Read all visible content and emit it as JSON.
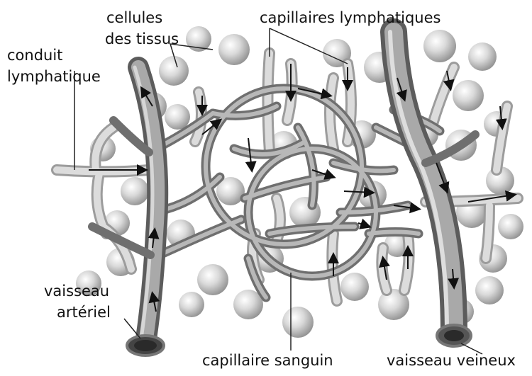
{
  "labels": {
    "cells_line1": "cellules",
    "cells_line2": "des tissus",
    "lymph_capillaries": "capillaires lymphatiques",
    "lymph_duct_line1": "conduit",
    "lymph_duct_line2": "lymphatique",
    "artery_line1": "vaisseau",
    "artery_line2": "artériel",
    "blood_capillary": "capillaire sanguin",
    "vein": "vaisseau veineux"
  }
}
